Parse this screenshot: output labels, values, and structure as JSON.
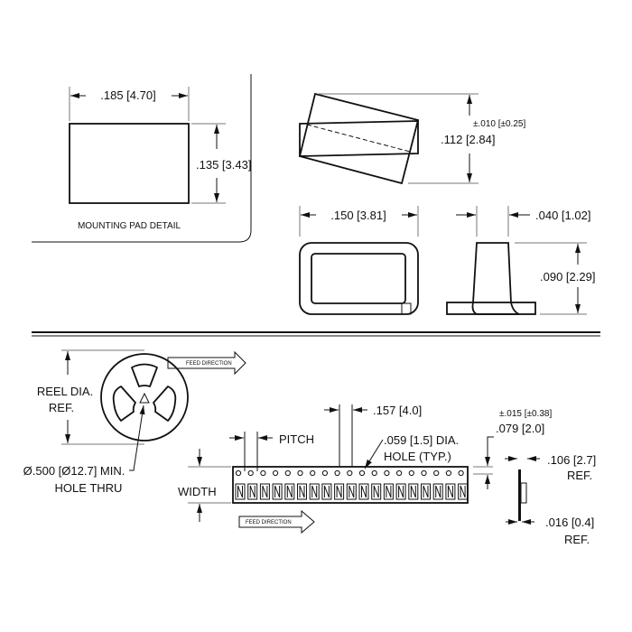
{
  "mounting_pad": {
    "width_dim": ".185 [4.70]",
    "height_dim": ".135 [3.43]",
    "label": "MOUNTING PAD DETAIL"
  },
  "component": {
    "tolerance": "±.010 [±0.25]",
    "height_dim": ".112 [2.84]",
    "length_dim": ".150 [3.81]",
    "thickness_dim": ".040 [1.02]",
    "body_height_dim": ".090 [2.29]"
  },
  "reel": {
    "dia_label_1": "REEL DIA.",
    "dia_label_2": "REF.",
    "hole_label_1": "Ø.500 [Ø12.7] MIN.",
    "hole_label_2": "HOLE THRU",
    "feed_direction": "FEED DIRECTION"
  },
  "tape": {
    "pitch": "PITCH",
    "hole_spacing": ".157 [4.0]",
    "hole_dia_1": ".059 [1.5] DIA.",
    "hole_dia_2": "HOLE (TYP.)",
    "width": "WIDTH",
    "feed_direction": "FEED DIRECTION",
    "edge_tolerance": "±.015 [±0.38]",
    "edge_dim": ".079 [2.0]",
    "depth_dim": ".106 [2.7]",
    "depth_ref": "REF.",
    "thickness_dim": ".016 [0.4]",
    "thickness_ref": "REF.",
    "hole_count": 19,
    "pocket_count": 19
  }
}
